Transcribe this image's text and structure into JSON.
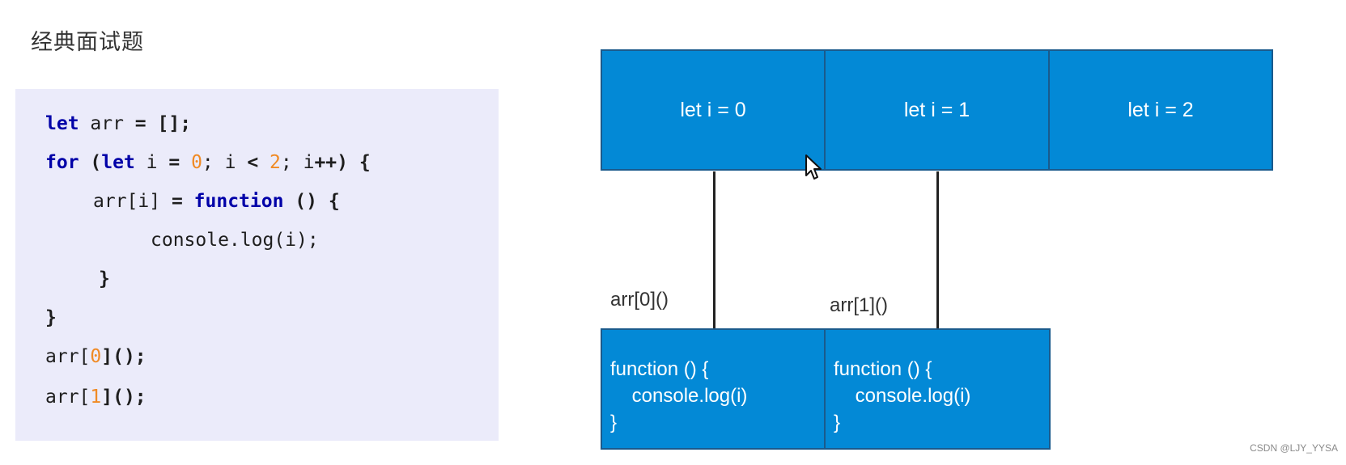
{
  "title": "经典面试题",
  "code": {
    "line1": {
      "kw": "let",
      "rest": " arr ",
      "op": "=",
      "tail": " [];"
    },
    "line2": {
      "kw1": "for",
      "p1": " (",
      "kw2": "let",
      "p2": " i ",
      "op1": "=",
      "p3": " ",
      "n0": "0",
      "p4": "; i ",
      "op2": "<",
      "p5": " ",
      "n2": "2",
      "p6": "; i",
      "op3": "++",
      "p7": ") {"
    },
    "line3": {
      "pre": "arr[i] ",
      "op": "=",
      "mid": " ",
      "kw": "function",
      "tail": " () {"
    },
    "line4": {
      "text": "console.log(i);"
    },
    "line5": {
      "text": "}"
    },
    "line6": {
      "text": "}"
    },
    "line7": {
      "pre": "arr[",
      "num": "0",
      "tail": "]();"
    },
    "line8": {
      "pre": "arr[",
      "num": "1",
      "tail": "]();"
    }
  },
  "diagram": {
    "scopes": [
      "let i = 0",
      "let i = 1",
      "let i = 2"
    ],
    "calls": [
      "arr[0]()",
      "arr[1]()"
    ],
    "functions": [
      "function () {\n    console.log(i)\n}",
      "function () {\n    console.log(i)\n}"
    ]
  },
  "colors": {
    "block_fill": "#0389d6",
    "block_border": "#1a5a8c",
    "code_bg": "#ebebfa",
    "keyword": "#0000a8",
    "number": "#f08a24"
  },
  "icons": {
    "cursor": "mouse-pointer-icon"
  },
  "watermark": "CSDN @LJY_YYSA"
}
